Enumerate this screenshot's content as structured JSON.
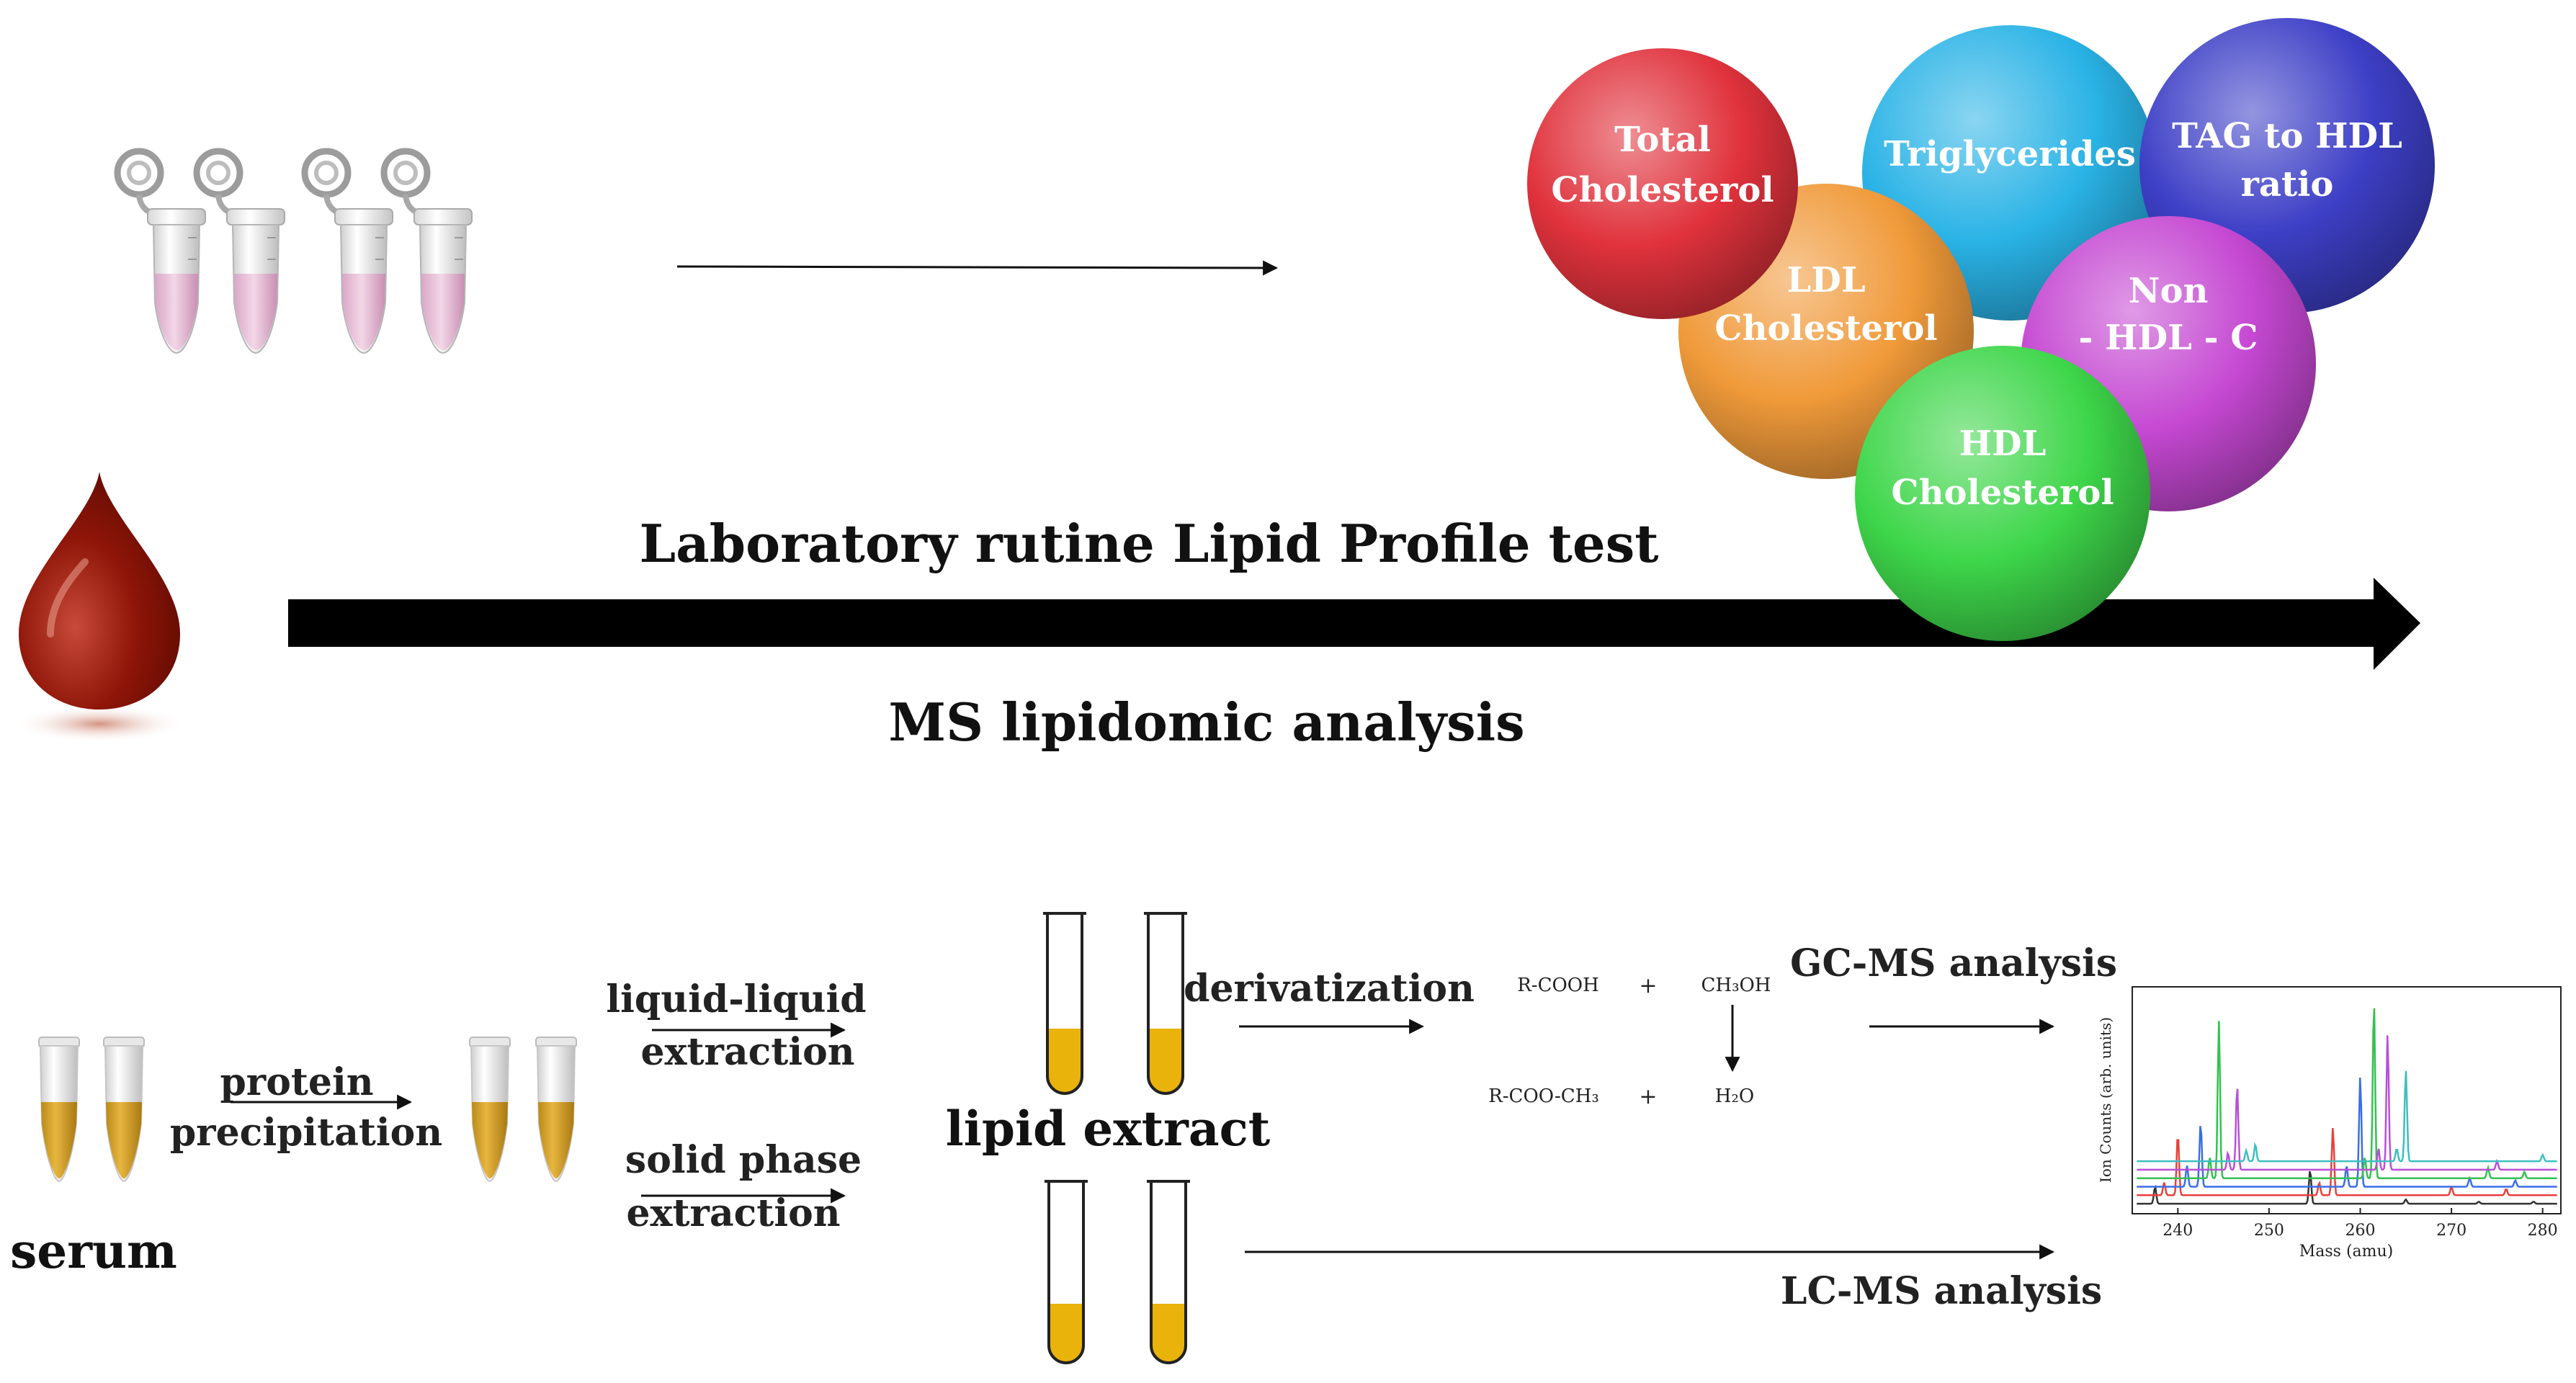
{
  "diagram": {
    "main_arrow": {
      "top_label": "Laboratory rutine Lipid Profile test",
      "bottom_label": "MS lipidomic analysis"
    },
    "spheres": [
      {
        "line1": "Total",
        "line2": "Cholesterol",
        "color": "#e0323c"
      },
      {
        "line1": "Triglycerides",
        "line2": "",
        "color": "#2ab3e6"
      },
      {
        "line1": "TAG to HDL",
        "line2": "ratio",
        "color": "#3d3fc6"
      },
      {
        "line1": "LDL",
        "line2": "Cholesterol",
        "color": "#f09a3a"
      },
      {
        "line1": "Non",
        "line2": "- HDL - C",
        "color": "#c548d2"
      },
      {
        "line1": "HDL",
        "line2": "Cholesterol",
        "color": "#3ed64a"
      }
    ],
    "workflow": {
      "serum_label": "serum",
      "protein_line1": "protein",
      "protein_line2": "precipitation",
      "lle_line1": "liquid-liquid",
      "lle_line2": "extraction",
      "spe_line1": "solid phase",
      "spe_line2": "extraction",
      "lipid_extract_label": "lipid extract",
      "derivatization_label": "derivatization",
      "reaction": {
        "reactant1": "R-COOH",
        "plus1": "+",
        "reactant2": "CH₃OH",
        "product1": "R-COO-CH₃",
        "plus2": "+",
        "product2": "H₂O"
      },
      "gcms_label": "GC-MS analysis",
      "lcms_label": "LC-MS analysis"
    },
    "spectrum": {
      "xlabel": "Mass (amu)",
      "ylabel": "Ion Counts (arb. units)",
      "x_ticks": [
        "240",
        "250",
        "260",
        "270",
        "280"
      ]
    }
  },
  "chart_data": {
    "type": "line",
    "title": "",
    "xlabel": "Mass (amu)",
    "ylabel": "Ion Counts (arb. units)",
    "xlim": [
      235,
      282
    ],
    "x_ticks": [
      240,
      250,
      260,
      270,
      280
    ],
    "grid": false,
    "series": [
      {
        "color": "#333333",
        "baseline": 0.02,
        "peaks": [
          [
            237.5,
            0.1
          ],
          [
            254.5,
            0.18
          ],
          [
            265,
            0.04
          ],
          [
            273,
            0.03
          ],
          [
            279,
            0.03
          ]
        ]
      },
      {
        "color": "#e8413c",
        "baseline": 0.06,
        "peaks": [
          [
            238.5,
            0.12
          ],
          [
            240,
            0.35
          ],
          [
            255.5,
            0.12
          ],
          [
            257,
            0.38
          ],
          [
            270,
            0.04
          ],
          [
            276,
            0.03
          ]
        ]
      },
      {
        "color": "#3a6ee8",
        "baseline": 0.1,
        "peaks": [
          [
            241,
            0.1
          ],
          [
            242.5,
            0.4
          ],
          [
            258.5,
            0.1
          ],
          [
            260,
            0.62
          ],
          [
            272,
            0.04
          ],
          [
            277,
            0.03
          ]
        ]
      },
      {
        "color": "#33c24f",
        "baseline": 0.14,
        "peaks": [
          [
            243.5,
            0.1
          ],
          [
            244.5,
            0.88
          ],
          [
            260.5,
            0.1
          ],
          [
            261.5,
            0.98
          ],
          [
            274,
            0.05
          ],
          [
            278,
            0.03
          ]
        ]
      },
      {
        "color": "#b94fd8",
        "baseline": 0.18,
        "peaks": [
          [
            245.5,
            0.08
          ],
          [
            246.5,
            0.58
          ],
          [
            262,
            0.1
          ],
          [
            263,
            0.82
          ],
          [
            275,
            0.04
          ]
        ]
      },
      {
        "color": "#3cc0c0",
        "baseline": 0.22,
        "peaks": [
          [
            247.5,
            0.05
          ],
          [
            248.5,
            0.3
          ],
          [
            264,
            0.06
          ],
          [
            265,
            0.65
          ],
          [
            280,
            0.03
          ]
        ]
      }
    ]
  }
}
